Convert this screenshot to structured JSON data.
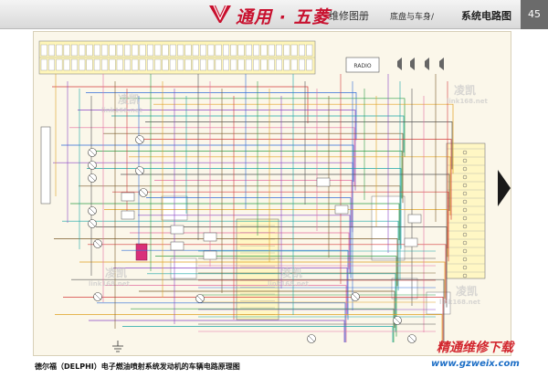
{
  "header": {
    "brand_name": "通用 · 五菱",
    "manual_label": "维修图册",
    "section_label": "底盘与车身/",
    "section_title": "系统电路图",
    "page_number": "45"
  },
  "diagram": {
    "radio_label": "RADIO",
    "watermark_text": "凌凯",
    "watermark_url": "link168.net"
  },
  "caption": "德尔福（DELPHI）电子燃油喷射系统发动机的车辆电路原理图",
  "watermark": {
    "main": "精通维修下载",
    "url": "www.gzweix.com"
  },
  "colors": {
    "brand_red": "#c8102e",
    "highlight_pink": "#d9307a",
    "watermark_red": "#d2262e",
    "watermark_blue": "#1c6ec6"
  }
}
